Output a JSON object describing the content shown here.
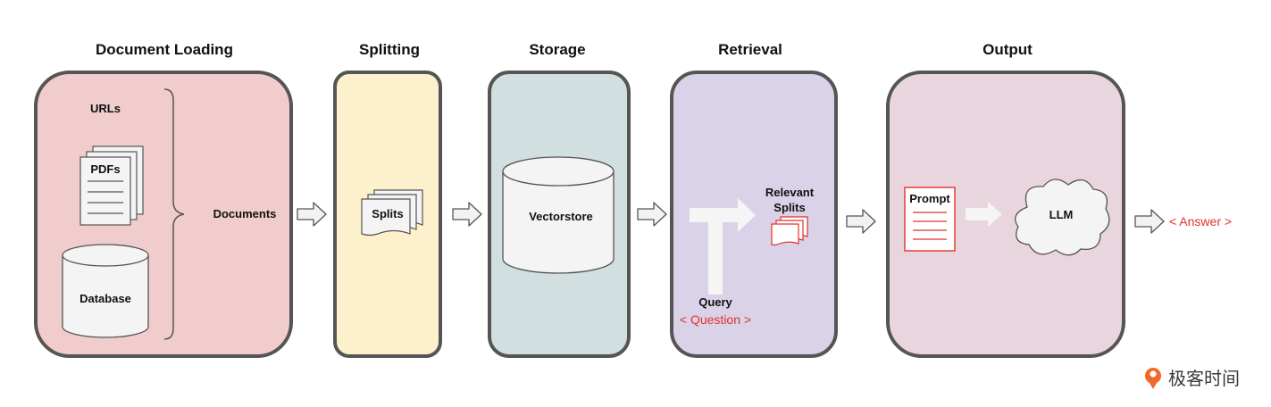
{
  "stages": {
    "loading": {
      "title": "Document Loading",
      "urls": "URLs",
      "pdfs": "PDFs",
      "database": "Database",
      "documents": "Documents"
    },
    "splitting": {
      "title": "Splitting",
      "splits": "Splits"
    },
    "storage": {
      "title": "Storage",
      "vectorstore": "Vectorstore"
    },
    "retrieval": {
      "title": "Retrieval",
      "relevant": "Relevant",
      "splits": "Splits",
      "query": "Query",
      "question": "< Question >"
    },
    "output": {
      "title": "Output",
      "prompt": "Prompt",
      "llm": "LLM",
      "answer": "< Answer >"
    }
  },
  "brand": {
    "name": "极客时间"
  },
  "colors": {
    "loading_fill": "#f0cccc",
    "splitting_fill": "#fcf1cc",
    "storage_fill": "#d1dfe0",
    "retrieval_fill": "#d9d2e8",
    "output_fill": "#e8d5dd",
    "border": "#555555",
    "accent_red": "#e0332c",
    "brand_orange": "#f0692a"
  }
}
